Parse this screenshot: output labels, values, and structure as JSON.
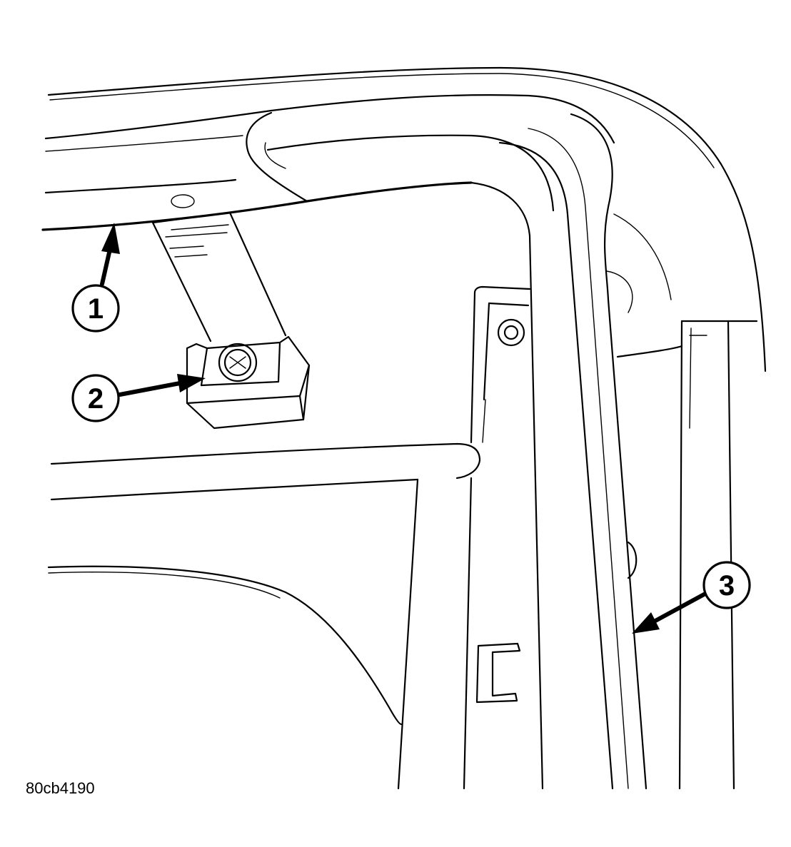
{
  "figure": {
    "id_label": "80cb4190"
  },
  "callouts": [
    {
      "number": "1"
    },
    {
      "number": "2"
    },
    {
      "number": "3"
    }
  ],
  "colors": {
    "ink": "#000000",
    "paper": "#ffffff"
  }
}
